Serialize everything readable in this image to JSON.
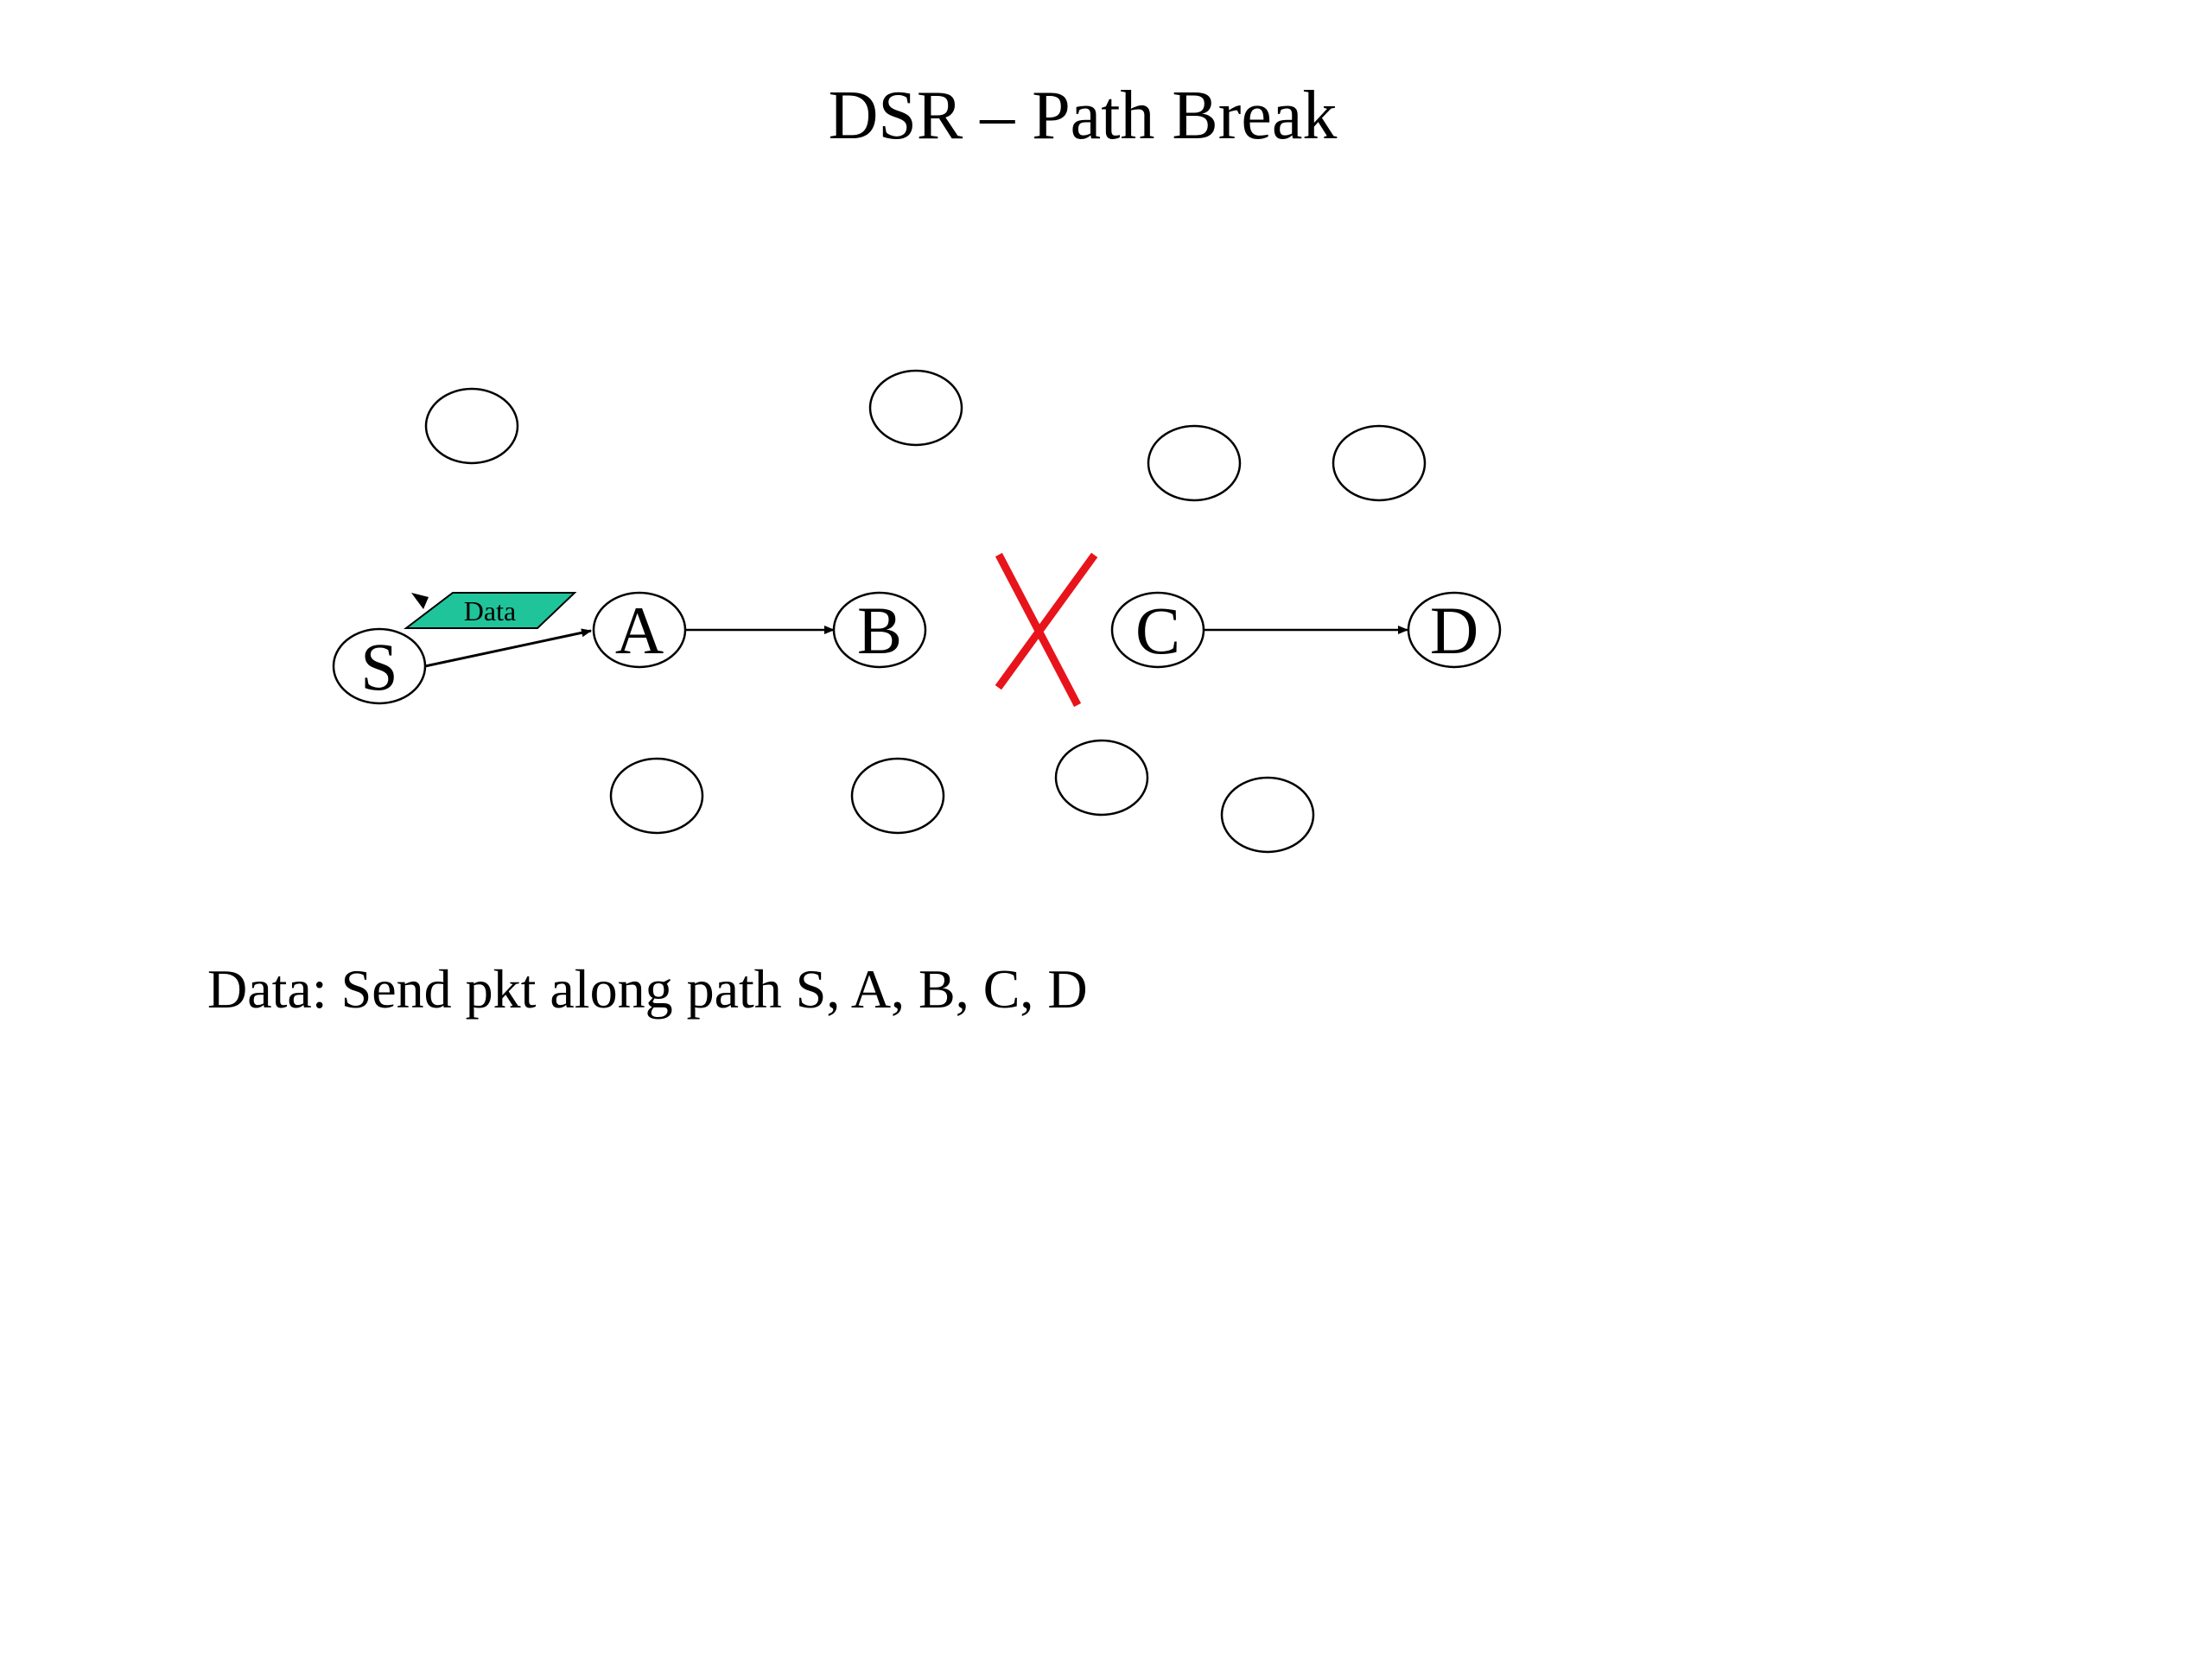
{
  "slide": {
    "title": "DSR – Path Break",
    "caption": "Data: Send pkt along path S, A, B, C, D"
  },
  "diagram": {
    "nodes": {
      "S": "S",
      "A": "A",
      "B": "B",
      "C": "C",
      "D": "D"
    },
    "packet_label": "Data",
    "broken_link": [
      "B",
      "C"
    ],
    "colors": {
      "packet_fill": "#1FC49A",
      "break_mark": "#E8141B",
      "stroke": "#000000"
    }
  }
}
